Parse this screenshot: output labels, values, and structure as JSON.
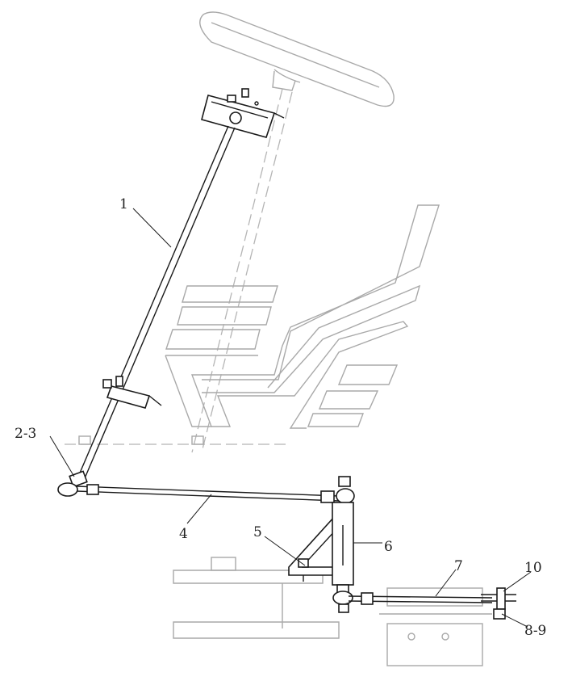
{
  "labels": {
    "l1": "1",
    "l23": "2-3",
    "l4": "4",
    "l5": "5",
    "l6": "6",
    "l7": "7",
    "l10": "10",
    "l89": "8-9"
  }
}
